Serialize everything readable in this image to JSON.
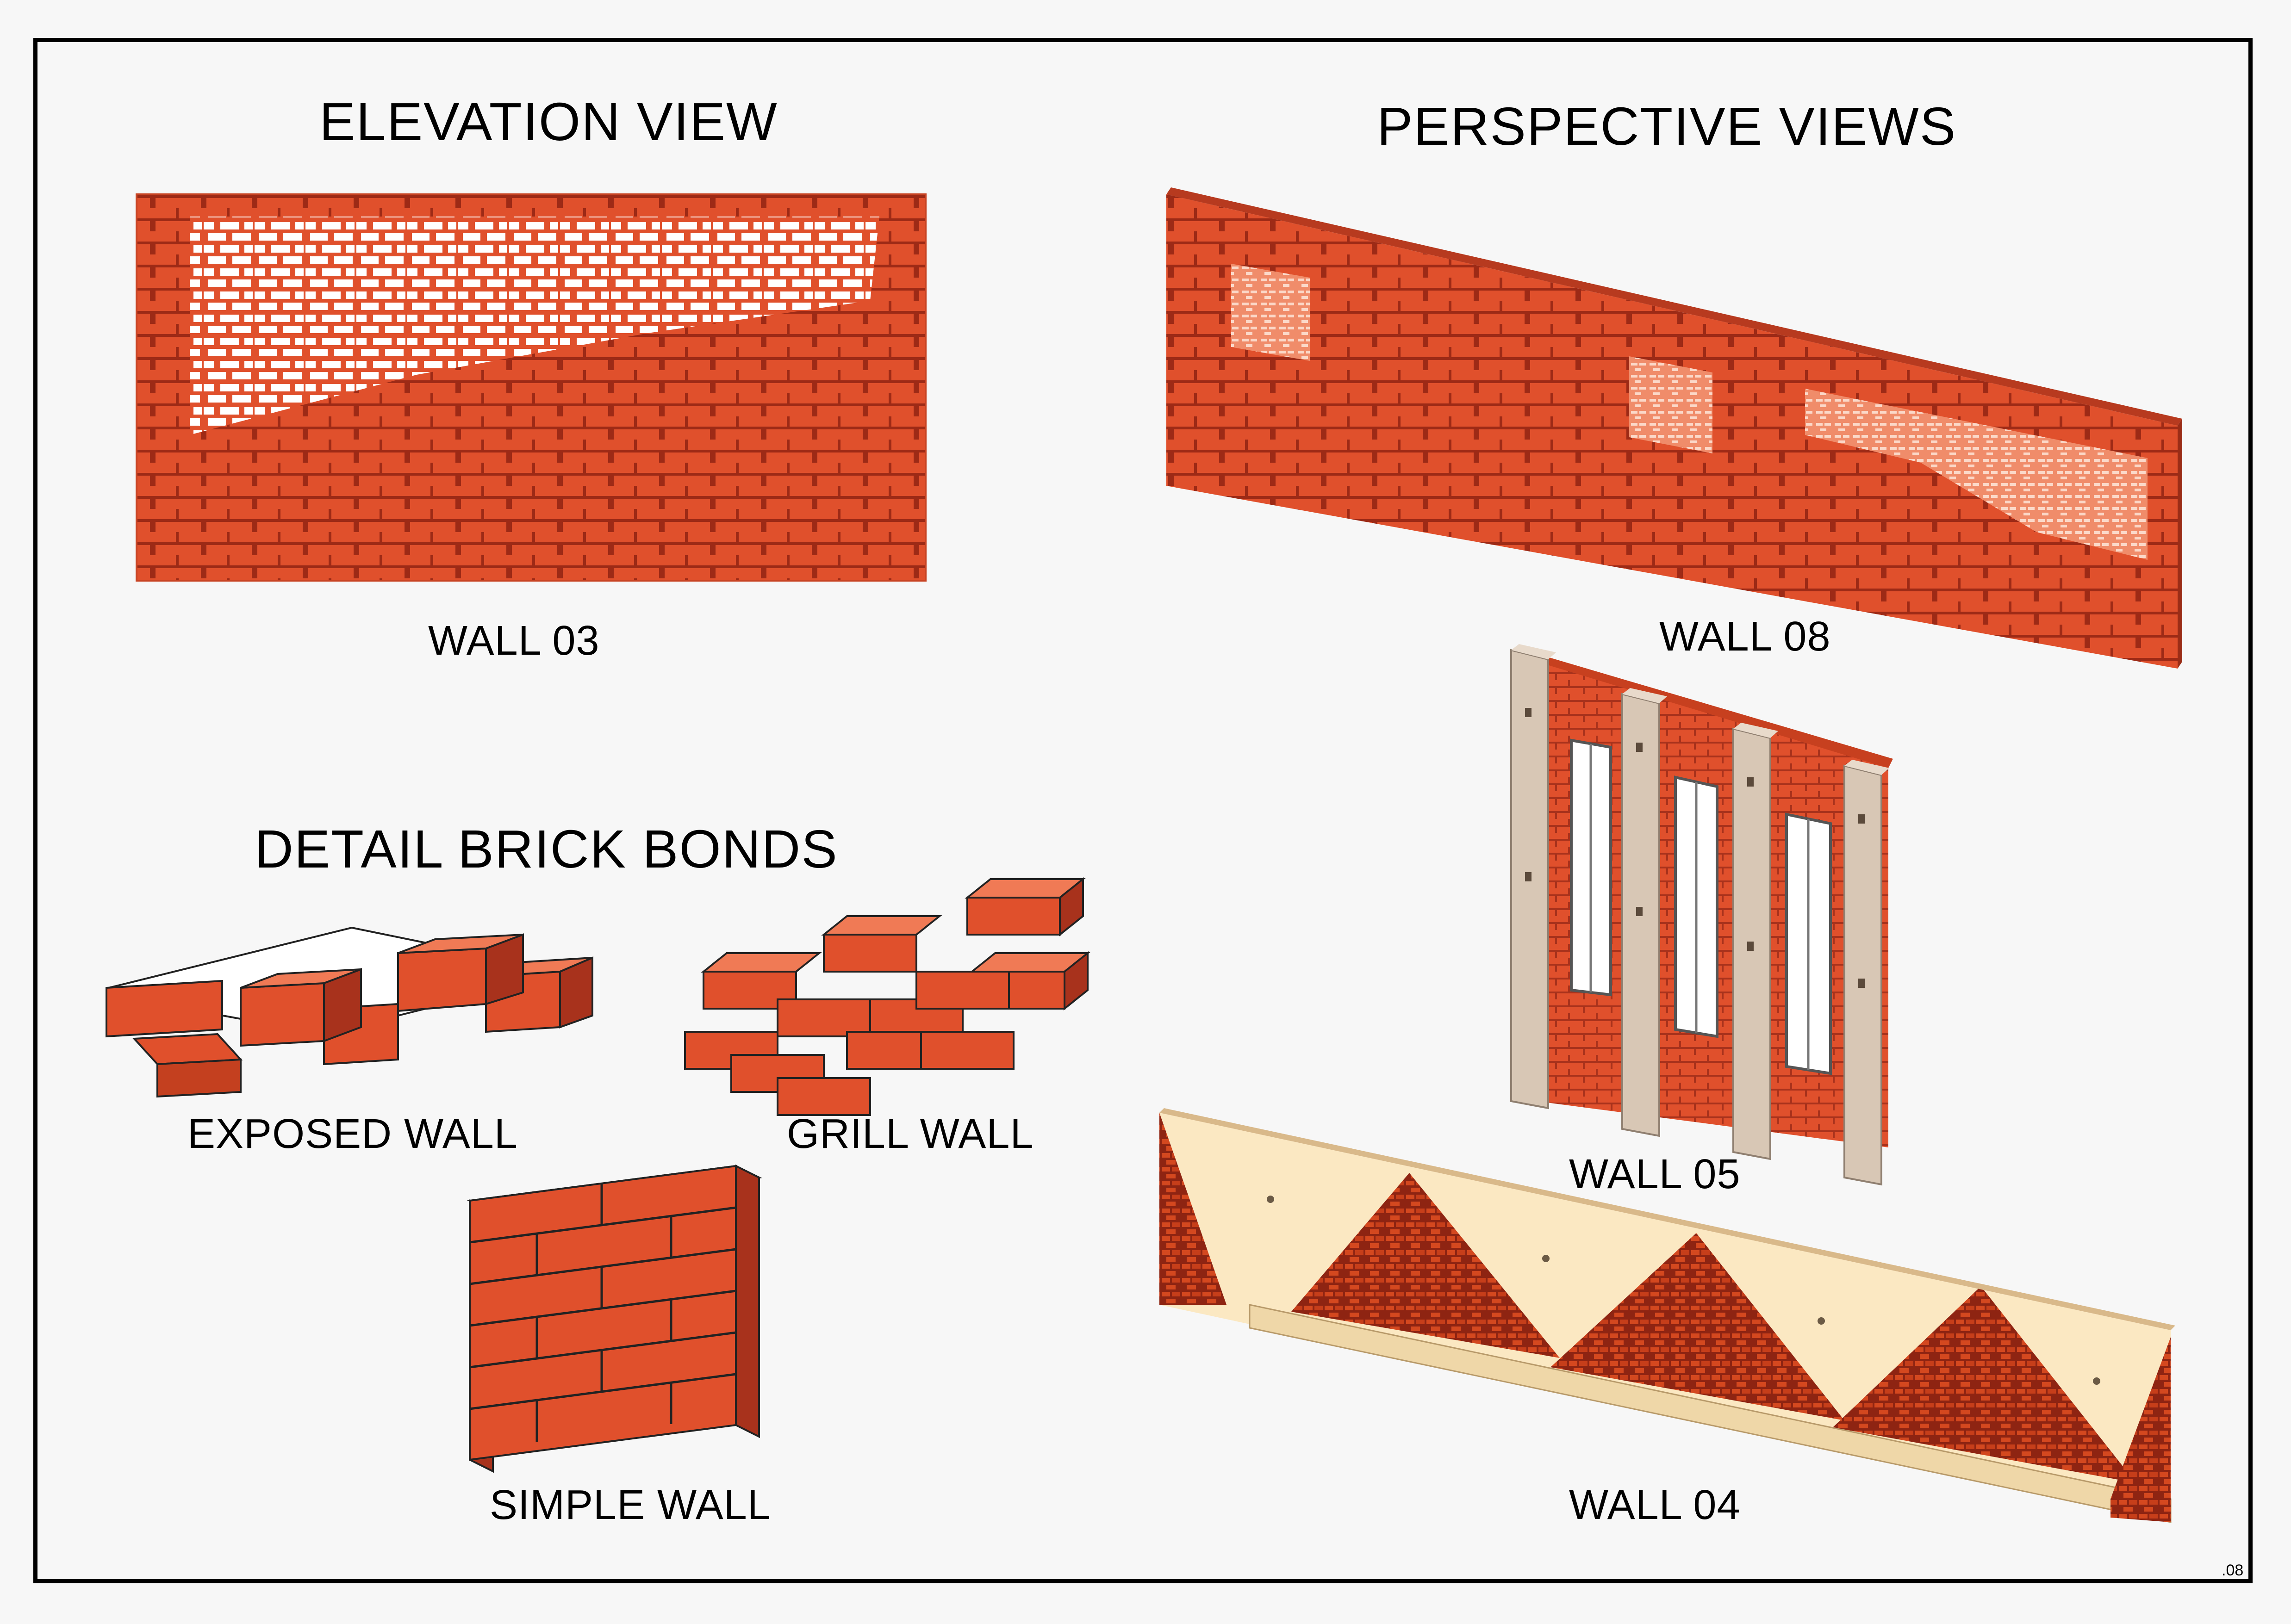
{
  "headings": {
    "elevation": "ELEVATION VIEW",
    "perspective": "PERSPECTIVE VIEWS",
    "detail": "DETAIL BRICK BONDS"
  },
  "labels": {
    "wall03": "WALL 03",
    "wall08": "WALL 08",
    "wall05": "WALL 05",
    "wall04": "WALL 04",
    "exposed": "EXPOSED WALL",
    "grill": "GRILL WALL",
    "simple": "SIMPLE WALL"
  },
  "page_number": ".08",
  "colors": {
    "brick": "#e0502c",
    "brick_dark": "#b0301a",
    "mortar": "#f4d6cc",
    "concrete": "#d8c7b5",
    "plaster": "#fbe8c2",
    "glass": "#ffffff"
  }
}
